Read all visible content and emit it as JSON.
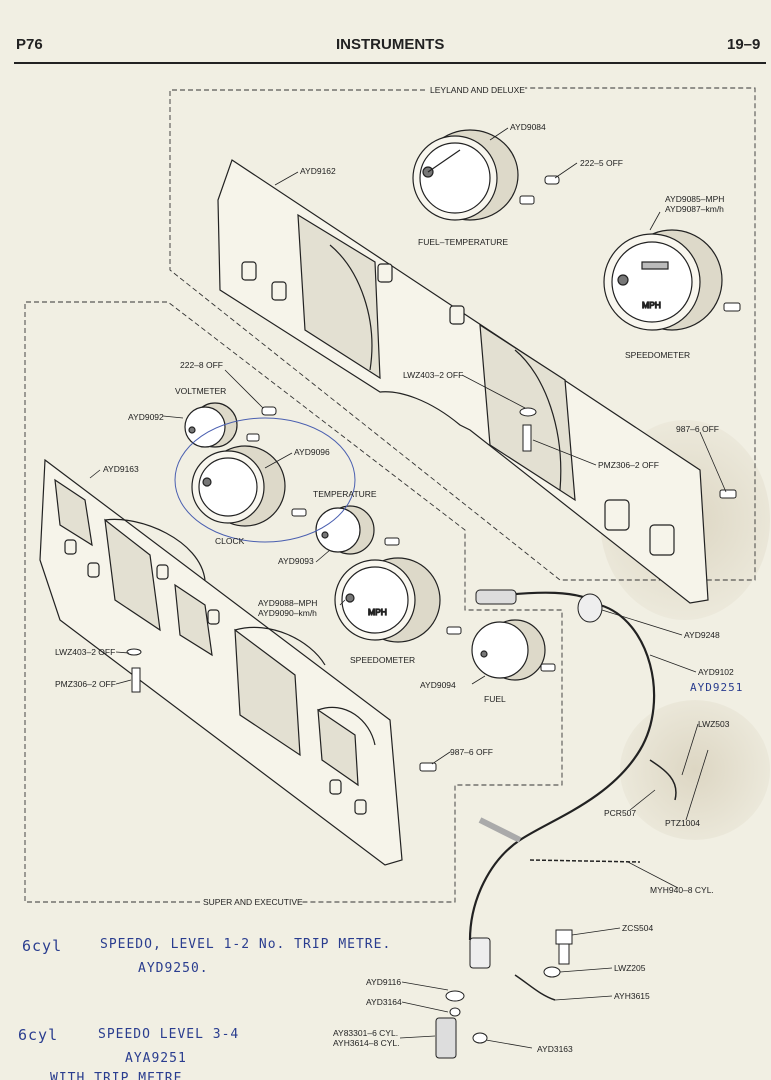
{
  "header": {
    "page_code": "P76",
    "title": "INSTRUMENTS",
    "section": "19–9"
  },
  "groups": {
    "top": "LEYLAND AND DELUXE",
    "bottom": "SUPER AND EXECUTIVE"
  },
  "labels": {
    "ayd9084": "AYD9084",
    "off222_5": "222–5 OFF",
    "ayd9162": "AYD9162",
    "fuel_temp": "FUEL–TEMPERATURE",
    "ayd9085": "AYD9085–MPH",
    "ayd9087": "AYD9087–km/h",
    "speedo_top": "SPEEDOMETER",
    "lwz403_top": "LWZ403–2 OFF",
    "off987_top": "987–6 OFF",
    "pmz306_top": "PMZ306–2 OFF",
    "off222_8": "222–8 OFF",
    "voltmeter": "VOLTMETER",
    "ayd9092": "AYD9092",
    "ayd9096": "AYD9096",
    "ayd9163": "AYD9163",
    "temperature": "TEMPERATURE",
    "clock": "CLOCK",
    "ayd9093": "AYD9093",
    "ayd9088": "AYD9088–MPH",
    "ayd9090": "AYD9090–km/h",
    "speedo_bottom": "SPEEDOMETER",
    "lwz403_bottom": "LWZ403–2 OFF",
    "pmz306_bottom": "PMZ306–2 OFF",
    "ayd9248": "AYD9248",
    "ayd9102": "AYD9102",
    "ayd9094": "AYD9094",
    "fuel": "FUEL",
    "lwz503": "LWZ503",
    "off987_bottom": "987–6 OFF",
    "pcr507": "PCR507",
    "ptz1004": "PTZ1004",
    "myh940": "MYH940–8 CYL.",
    "zcs504": "ZCS504",
    "lwz205": "LWZ205",
    "ayh3615": "AYH3615",
    "ayd9116": "AYD9116",
    "ayd3164": "AYD3164",
    "ayb3301": "AY83301–6 CYL.",
    "ayh3614": "AYH3614–8 CYL.",
    "ayd3163": "AYD3163"
  },
  "gauge_text": {
    "mph": "MPH"
  },
  "handwritten": {
    "margin_note": "AYD9251",
    "line1a": "6cyl",
    "line1b": "SPEEDO, LEVEL 1-2  No. TRIP METRE.",
    "line1c": "AYD9250.",
    "line2a": "6cyl",
    "line2b": "SPEEDO  LEVEL 3-4",
    "line2c": "AYA9251",
    "line2d": "WITH   TRIP METRE"
  }
}
